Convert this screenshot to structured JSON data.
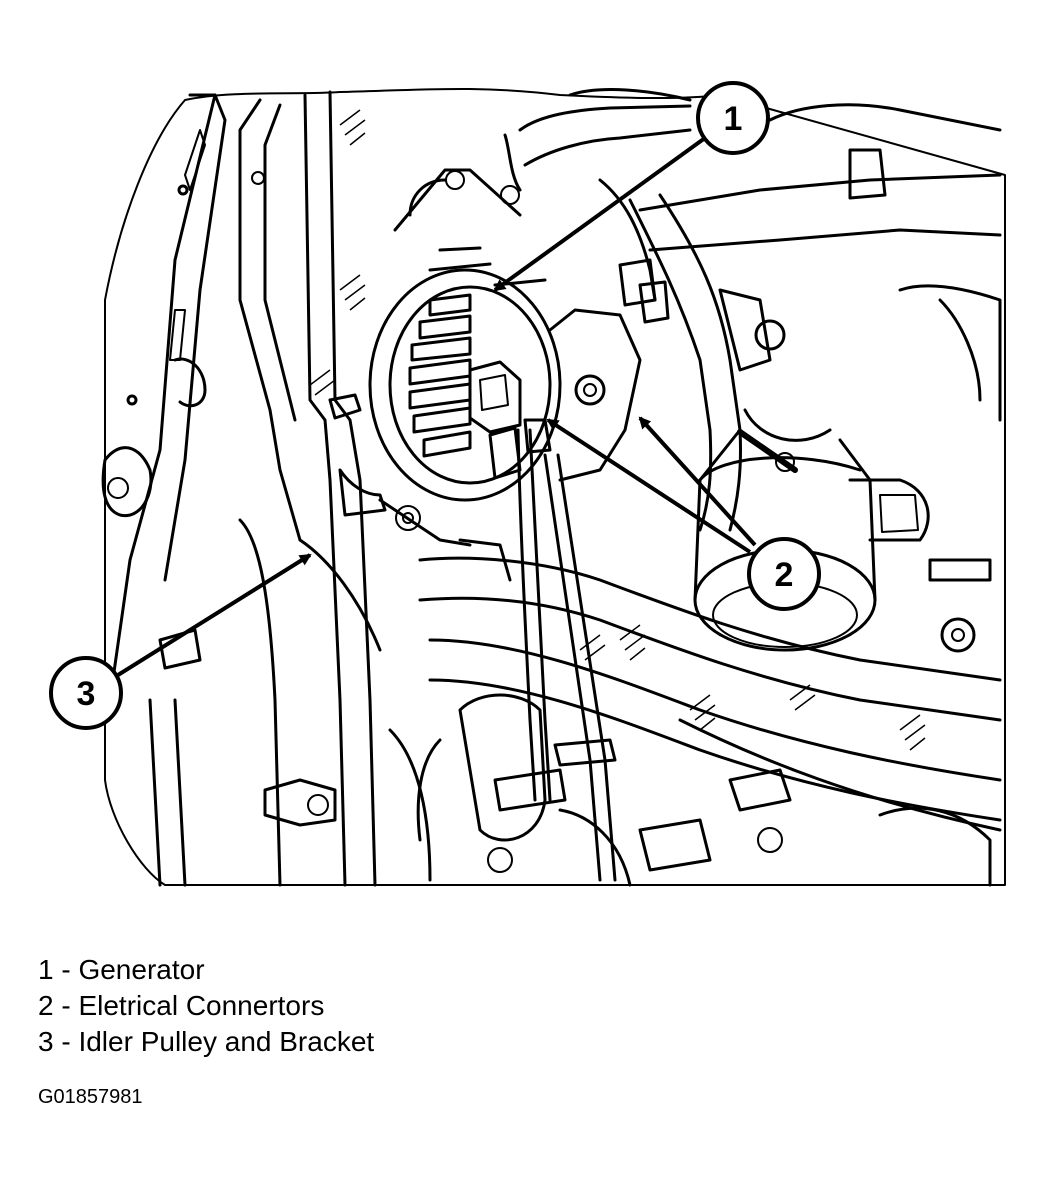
{
  "callouts": [
    {
      "number": "1",
      "label": "Generator"
    },
    {
      "number": "2",
      "label": "Eletrical Connertors"
    },
    {
      "number": "3",
      "label": "Idler Pulley and Bracket"
    }
  ],
  "legend": [
    {
      "text": "1 - Generator"
    },
    {
      "text": "2 - Eletrical Connertors"
    },
    {
      "text": "3 - Idler Pulley and Bracket"
    }
  ],
  "figure_id": "G01857981",
  "colors": {
    "ink": "#000000",
    "paper": "#ffffff"
  }
}
